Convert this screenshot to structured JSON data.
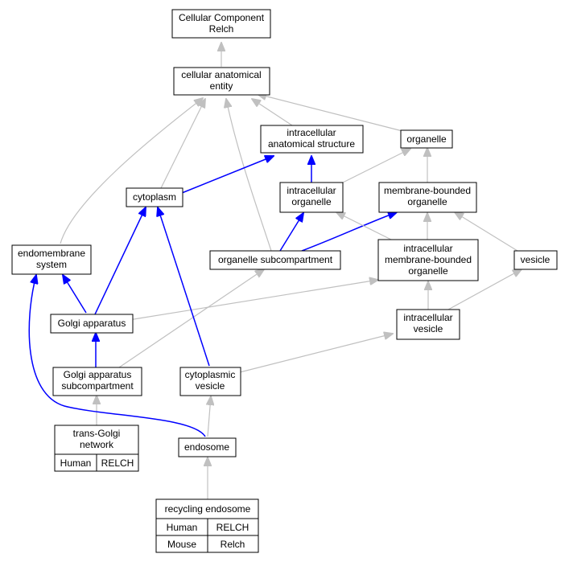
{
  "colors": {
    "edge_is_a": "#c0c0c0",
    "edge_part_of": "#0000ff",
    "human": "#ff6347",
    "mouse": "#add8e6"
  },
  "nodes": {
    "cellular_component": {
      "line1": "Cellular Component",
      "line2": "Relch"
    },
    "cellular_anatomical_entity": {
      "line1": "cellular anatomical",
      "line2": "entity"
    },
    "intracellular_anatomical_structure": {
      "line1": "intracellular",
      "line2": "anatomical structure"
    },
    "organelle": {
      "line1": "organelle"
    },
    "cytoplasm": {
      "line1": "cytoplasm"
    },
    "intracellular_organelle": {
      "line1": "intracellular",
      "line2": "organelle"
    },
    "membrane_bounded_organelle": {
      "line1": "membrane-bounded",
      "line2": "organelle"
    },
    "endomembrane_system": {
      "line1": "endomembrane",
      "line2": "system"
    },
    "organelle_subcompartment": {
      "line1": "organelle subcompartment"
    },
    "intracellular_membrane_bounded_organelle": {
      "line1": "intracellular",
      "line2": "membrane-bounded",
      "line3": "organelle"
    },
    "vesicle": {
      "line1": "vesicle"
    },
    "golgi_apparatus": {
      "line1": "Golgi apparatus"
    },
    "intracellular_vesicle": {
      "line1": "intracellular",
      "line2": "vesicle"
    },
    "golgi_apparatus_subcompartment": {
      "line1": "Golgi apparatus",
      "line2": "subcompartment"
    },
    "cytoplasmic_vesicle": {
      "line1": "cytoplasmic",
      "line2": "vesicle"
    },
    "trans_golgi_network": {
      "line1": "trans-Golgi",
      "line2": "network"
    },
    "endosome": {
      "line1": "endosome"
    },
    "recycling_endosome": {
      "line1": "recycling endosome"
    }
  },
  "annotations": {
    "trans_golgi_network": {
      "human": {
        "species": "Human",
        "gene": "RELCH"
      }
    },
    "recycling_endosome": {
      "human": {
        "species": "Human",
        "gene": "RELCH"
      },
      "mouse": {
        "species": "Mouse",
        "gene": "Relch"
      }
    }
  }
}
